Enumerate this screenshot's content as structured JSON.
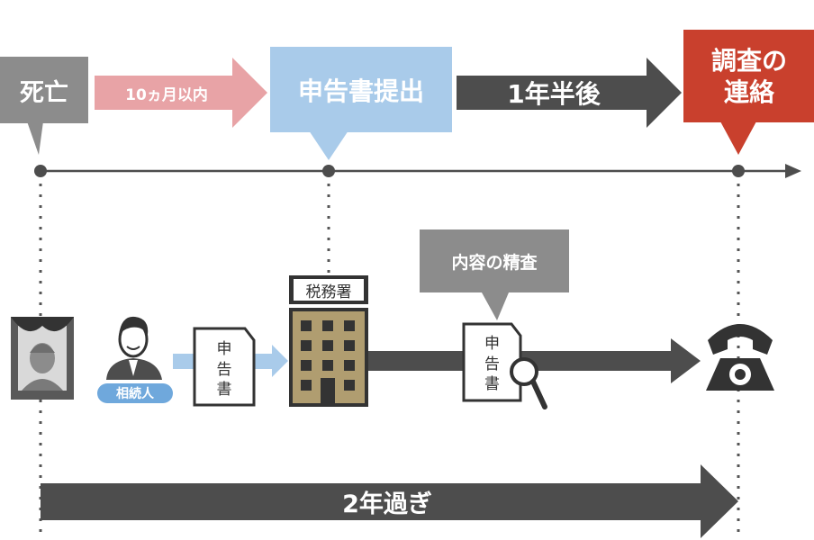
{
  "timeline": {
    "death_label": "死亡",
    "ten_months_label": "10ヵ月以内",
    "filing_label": "申告書提出",
    "one_half_year_label": "1年半後",
    "contact_line1": "調査の",
    "contact_line2": "連絡"
  },
  "flow": {
    "heir_label": "相続人",
    "doc_label_1": "申",
    "doc_label_2": "告",
    "doc_label_3": "書",
    "tax_office_label": "税務署",
    "review_label": "内容の精査"
  },
  "bottom": {
    "two_years_label": "2年過ぎ"
  },
  "colors": {
    "gray_box": "#8c8c8c",
    "pink_arrow": "#e8a3a6",
    "light_blue": "#a9cbea",
    "dark_arrow": "#4d4d4d",
    "red_box": "#c9402d",
    "building": "#b09d70"
  },
  "icons": [
    "memorial-portrait-icon",
    "person-icon",
    "document-icon",
    "building-icon",
    "magnifier-icon",
    "telephone-icon"
  ]
}
